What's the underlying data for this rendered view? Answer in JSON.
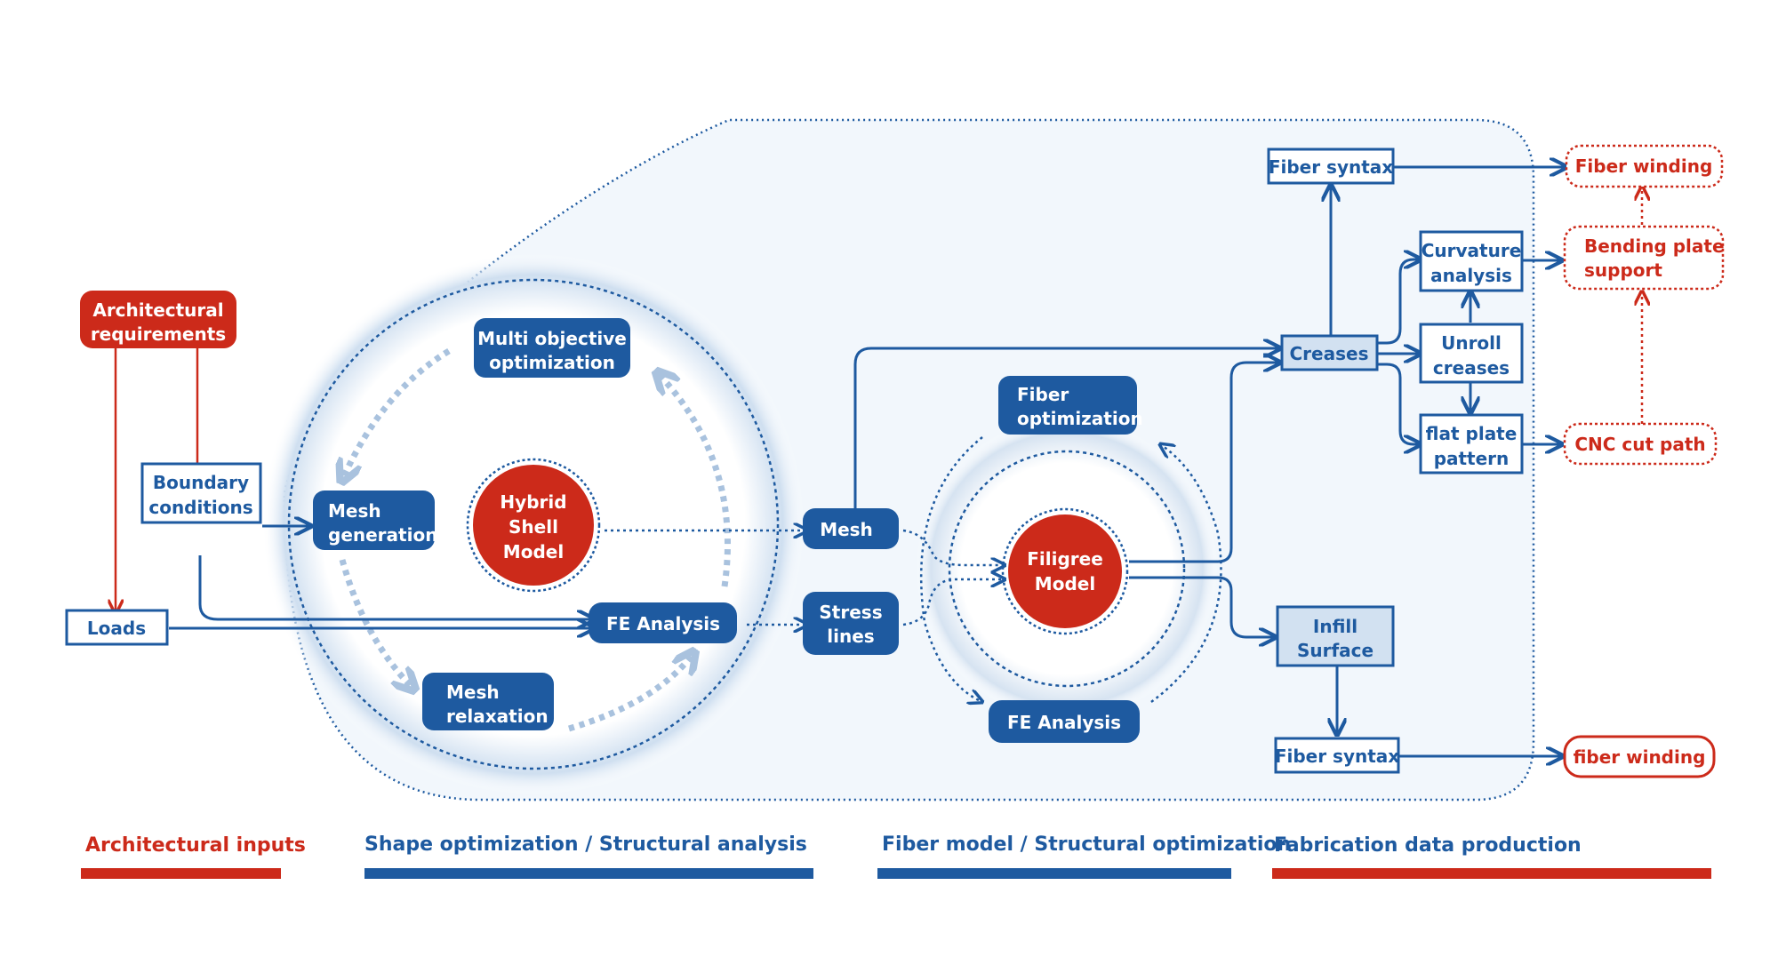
{
  "nodes": {
    "architectural_requirements": [
      "Architectural",
      "requirements"
    ],
    "boundary_conditions": [
      "Boundary",
      "conditions"
    ],
    "loads": "Loads",
    "multi_objective": [
      "Multi objective",
      "optimization"
    ],
    "mesh_generation": [
      "Mesh",
      "generation"
    ],
    "hybrid_shell": [
      "Hybrid",
      "Shell",
      "Model"
    ],
    "fe_analysis_1": "FE Analysis",
    "mesh_relaxation": [
      "Mesh",
      "relaxation"
    ],
    "mesh": "Mesh",
    "stress_lines": [
      "Stress",
      "lines"
    ],
    "fiber_optimization": [
      "Fiber",
      "optimization"
    ],
    "filigree_model": [
      "Filigree",
      "Model"
    ],
    "fe_analysis_2": "FE Analysis",
    "fiber_syntax_top": "Fiber syntax",
    "creases": "Creases",
    "curvature_analysis": [
      "Curvature",
      "analysis"
    ],
    "unroll_creases": [
      "Unroll",
      "creases"
    ],
    "flat_plate_pattern": [
      "flat plate",
      "pattern"
    ],
    "infill_surface": [
      "Infill",
      "Surface"
    ],
    "fiber_syntax_bottom": "Fiber syntax",
    "fiber_winding_top": "Fiber winding",
    "bending_plate_support": [
      "Bending plate",
      "support"
    ],
    "cnc_cut_path": "CNC cut path",
    "fiber_winding_bottom": "fiber winding"
  },
  "categories": [
    {
      "label": "Architectural inputs",
      "color": "#cc2a1a"
    },
    {
      "label": "Shape optimization / Structural analysis",
      "color": "#1e5aa0"
    },
    {
      "label": "Fiber model / Structural optimization",
      "color": "#1e5aa0"
    },
    {
      "label": "Fabrication data production",
      "color": "#cc2a1a"
    }
  ],
  "colors": {
    "blue": "#1e5aa0",
    "red": "#cc2a1a",
    "light_blue": "#a9c2de",
    "panel": "#f2f7fc"
  }
}
